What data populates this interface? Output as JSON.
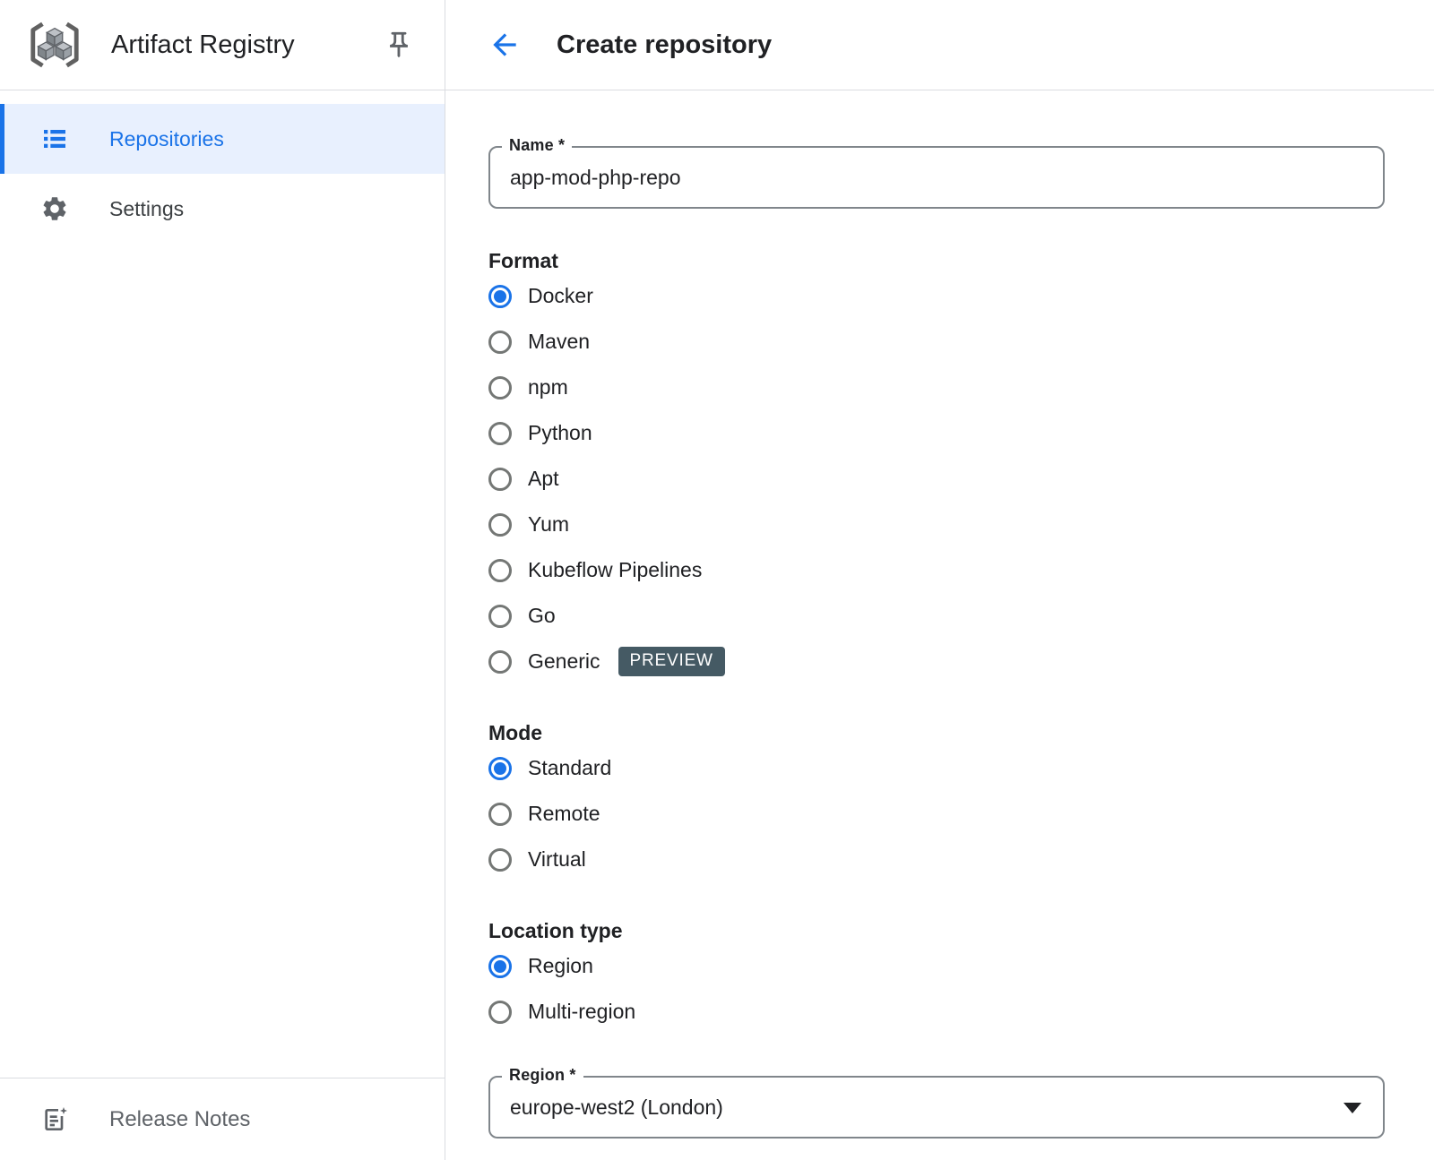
{
  "colors": {
    "accent": "#1a73e8",
    "selected_item_bg": "#e8f0fe",
    "preview_badge_bg": "#455a64",
    "divider": "#dadce0",
    "field_border": "#80868b",
    "text_primary": "#202124",
    "text_muted": "#5f6368"
  },
  "sidebar": {
    "title": "Artifact Registry",
    "logo_icon": "artifact-registry-logo",
    "pin_icon": "pin-icon",
    "items": [
      {
        "label": "Repositories",
        "icon": "list-icon",
        "selected": true
      },
      {
        "label": "Settings",
        "icon": "gear-icon",
        "selected": false
      }
    ],
    "footer_item": {
      "label": "Release Notes",
      "icon": "release-notes-icon"
    }
  },
  "header": {
    "back_icon": "arrow-back-icon",
    "title": "Create repository"
  },
  "form": {
    "name_field": {
      "label": "Name *",
      "value": "app-mod-php-repo"
    },
    "format": {
      "label": "Format",
      "options": [
        {
          "label": "Docker",
          "selected": true
        },
        {
          "label": "Maven",
          "selected": false
        },
        {
          "label": "npm",
          "selected": false
        },
        {
          "label": "Python",
          "selected": false
        },
        {
          "label": "Apt",
          "selected": false
        },
        {
          "label": "Yum",
          "selected": false
        },
        {
          "label": "Kubeflow Pipelines",
          "selected": false
        },
        {
          "label": "Go",
          "selected": false
        },
        {
          "label": "Generic",
          "selected": false,
          "badge": "PREVIEW"
        }
      ]
    },
    "mode": {
      "label": "Mode",
      "options": [
        {
          "label": "Standard",
          "selected": true
        },
        {
          "label": "Remote",
          "selected": false
        },
        {
          "label": "Virtual",
          "selected": false
        }
      ]
    },
    "location": {
      "label": "Location type",
      "options": [
        {
          "label": "Region",
          "selected": true
        },
        {
          "label": "Multi-region",
          "selected": false
        }
      ]
    },
    "region_field": {
      "label": "Region *",
      "value": "europe-west2 (London)",
      "dropdown_icon": "dropdown-arrow-icon"
    }
  }
}
